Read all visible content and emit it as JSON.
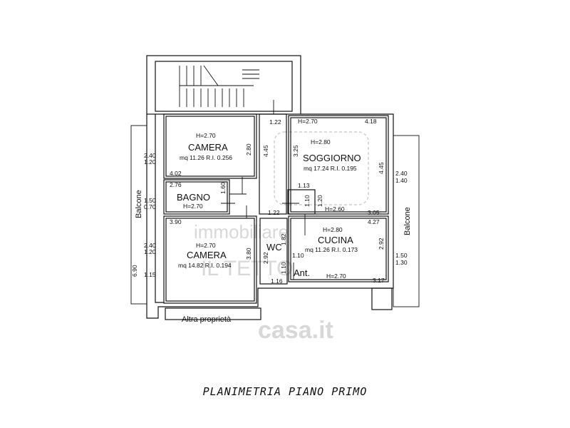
{
  "caption": "PLANIMETRIA PIANO PRIMO",
  "watermark": {
    "line1": "immobiliare",
    "line2": "IL TETTO",
    "brand": "casa.it"
  },
  "rooms": {
    "camera_top": {
      "h": "H=2.70",
      "name": "CAMERA",
      "info": "mq 11.26  R.I. 0.256"
    },
    "bagno": {
      "h": "H=2.70",
      "name": "BAGNO"
    },
    "camera_bottom": {
      "h": "H=2.70",
      "name": "CAMERA",
      "info": "mq 14.82  R.I. 0.194"
    },
    "soggiorno": {
      "h_outer": "H=2.70",
      "h": "H=2.80",
      "name": "SOGGIORNO",
      "info": "mq 17.24  R.I. 0.195"
    },
    "cucina": {
      "h": "H=2.80",
      "name": "CUCINA",
      "info": "mq 11.26  R.I. 0.173"
    },
    "wc": {
      "name": "WC"
    },
    "ant": {
      "name": "Ant.",
      "h": "H=2.70"
    },
    "ripostiglio": {
      "h": "H=2.60"
    }
  },
  "labels": {
    "balcone_left": "Balcone",
    "balcone_right": "Balcone",
    "altra_proprieta": "Altra proprietà"
  },
  "dims": {
    "d_122_top": "1.22",
    "d_418": "4.18",
    "d_280_cam": "2.80",
    "d_445_left": "4.45",
    "d_240_a": "2.40",
    "d_120_a": "1.20",
    "d_402": "4.02",
    "d_276": "2.76",
    "d_160": "1.60",
    "d_150_a": "1.50",
    "d_070": "0.70",
    "d_122_mid": "1.22",
    "d_390": "3.90",
    "d_240_b": "2.40",
    "d_120_b": "1.20",
    "d_690": "6.90",
    "d_115": "1.15",
    "d_380": "3.80",
    "d_292_wc": "2.92",
    "d_182": "1.82",
    "d_110_a": "1.10",
    "d_110_b": "1.10",
    "d_116": "1.16",
    "d_325": "3.25",
    "d_113": "1.13",
    "d_120_c": "1.20",
    "d_110_c": "1.10",
    "d_305": "3.05",
    "d_427": "4.27",
    "d_445_right": "4.45",
    "d_240_r": "2.40",
    "d_140_r": "1.40",
    "d_292_r": "2.92",
    "d_150_r": "1.50",
    "d_130_r": "1.30",
    "d_317": "3.17"
  }
}
